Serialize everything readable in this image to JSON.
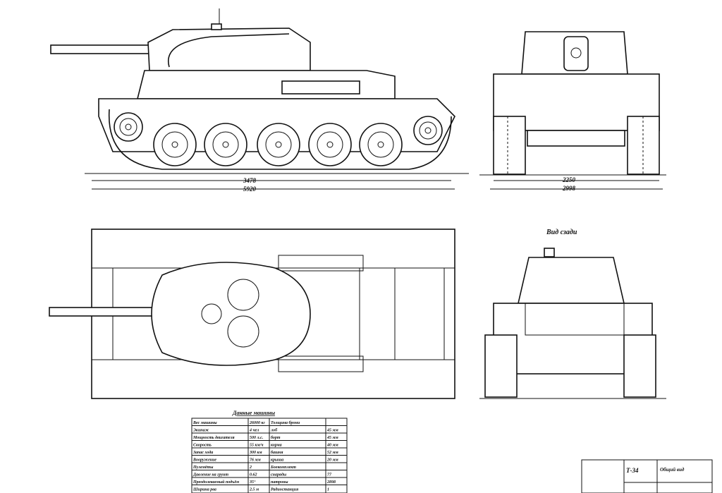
{
  "side_view": {
    "dim_upper": "3478",
    "dim_lower": "5920"
  },
  "front_view": {
    "dim_upper": "2250",
    "dim_lower": "2998"
  },
  "rear_view": {
    "title": "Вид сзади"
  },
  "spec_table": {
    "title": "Данные машины",
    "rows": [
      [
        "Вес машины",
        "26000 кг",
        "Толщина брони",
        ""
      ],
      [
        "Экипаж",
        "4 чел",
        "лоб",
        "45 мм"
      ],
      [
        "Мощность двигателя",
        "500 л.с.",
        "борт",
        "45 мм"
      ],
      [
        "Скорость",
        "55 км/ч",
        "корма",
        "40 мм"
      ],
      [
        "Запас хода",
        "300 км",
        "башня",
        "52 мм"
      ],
      [
        "Вооружение",
        "76 мм",
        "крыша",
        "20 мм"
      ],
      [
        "Пулемёты",
        "2",
        "Боекомплект",
        ""
      ],
      [
        "Давление на грунт",
        "0.62",
        "снаряды",
        "77"
      ],
      [
        "Преодолеваемый подъём",
        "35°",
        "патроны",
        "2898"
      ],
      [
        "Ширина рва",
        "2.5 м",
        "Радиостанция",
        "1"
      ]
    ]
  },
  "title_block": {
    "name": "Т-34",
    "sheet": "Общий вид"
  }
}
